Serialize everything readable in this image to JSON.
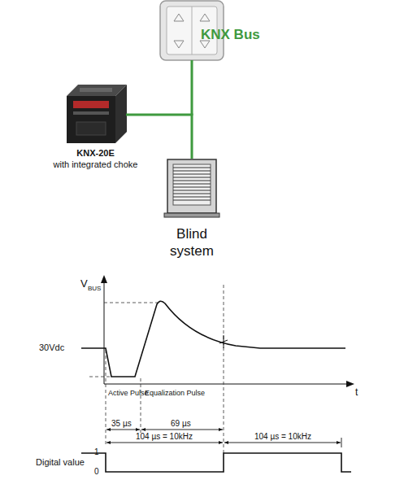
{
  "diagram": {
    "nodes": [
      {
        "text": [
          "KNX-20E",
          "with integrated choke"
        ]
      },
      {
        "text": [
          "Blind system"
        ]
      }
    ],
    "edges": [
      {
        "from": 0,
        "to": 1,
        "arrow": "none",
        "label": "KNX Bus"
      }
    ],
    "labels": [
      "V",
      "BUS",
      "30Vdc",
      "t",
      "Active Pulse",
      "Equalization Pulse",
      "35 µs",
      "69 µs",
      "104 µs = 10kHz",
      "104 µs = 10kHz",
      "Digital value",
      "1",
      "0"
    ]
  }
}
